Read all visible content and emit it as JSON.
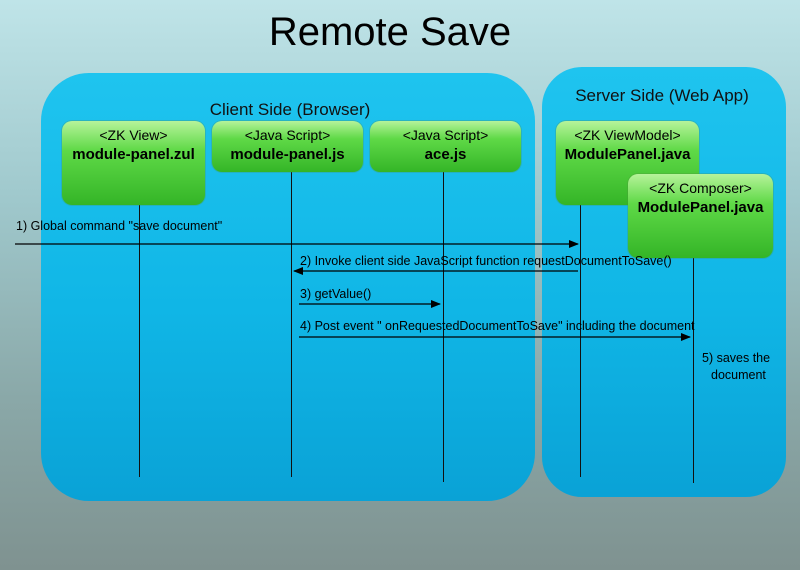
{
  "title": "Remote Save",
  "client_region": {
    "label": "Client Side (Browser)"
  },
  "server_region": {
    "label": "Server Side (Web App)"
  },
  "participants": {
    "zk_view": {
      "stereotype": "<ZK View>",
      "name": "module-panel.zul"
    },
    "js_module": {
      "stereotype": "<Java Script>",
      "name": "module-panel.js"
    },
    "js_ace": {
      "stereotype": "<Java Script>",
      "name": "ace.js"
    },
    "viewmodel": {
      "stereotype": "<ZK ViewModel>",
      "name": "ModulePanel.java"
    },
    "composer": {
      "stereotype": "<ZK Composer>",
      "name": "ModulePanel.java"
    }
  },
  "messages": {
    "m1": "1) Global command \"save document\"",
    "m2": "2) Invoke client side JavaScript function requestDocumentToSave()",
    "m3": "3) getValue()",
    "m4": "4) Post  event \" onRequestedDocumentToSave\" including the document",
    "m5_line1": "5) saves the",
    "m5_line2": "document"
  }
}
